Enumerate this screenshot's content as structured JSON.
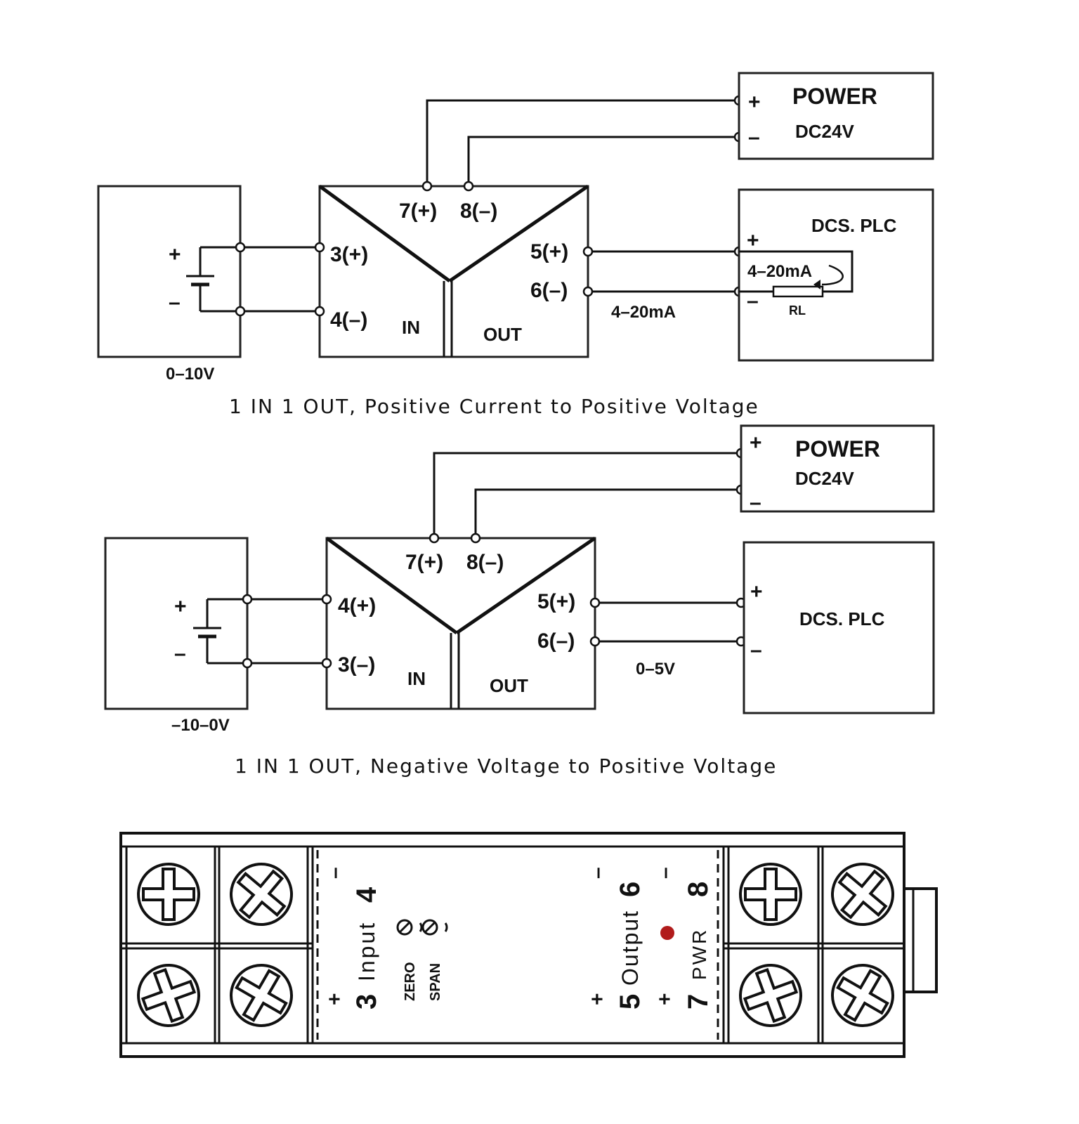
{
  "diagram1": {
    "caption": "1 IN 1 OUT, Positive Current to Positive Voltage",
    "source_range": "0–10V",
    "module": {
      "pin7": "7(+)",
      "pin8": "8(–)",
      "in_pos": "3(+)",
      "in_neg": "4(–)",
      "out_pos": "5(+)",
      "out_neg": "6(–)",
      "in_label": "IN",
      "out_label": "OUT"
    },
    "power": {
      "title": "POWER",
      "voltage": "DC24V",
      "plus": "+",
      "minus": "–"
    },
    "plc": {
      "title": "DCS. PLC",
      "plus": "+",
      "minus": "–",
      "loop_label": "4–20mA",
      "load_label": "RL"
    },
    "signal_label": "4–20mA",
    "battery_plus": "+",
    "battery_minus": "–"
  },
  "diagram2": {
    "caption": "1 IN 1 OUT, Negative Voltage to Positive Voltage",
    "source_range": "–10–0V",
    "module": {
      "pin7": "7(+)",
      "pin8": "8(–)",
      "in_pos": "4(+)",
      "in_neg": "3(–)",
      "out_pos": "5(+)",
      "out_neg": "6(–)",
      "in_label": "IN",
      "out_label": "OUT"
    },
    "power": {
      "title": "POWER",
      "voltage": "DC24V",
      "plus": "+",
      "minus": "–"
    },
    "plc": {
      "title": "DCS. PLC",
      "plus": "+",
      "minus": "–"
    },
    "signal_label": "0–5V",
    "battery_plus": "+",
    "battery_minus": "–"
  },
  "device": {
    "input_label": "Input",
    "output_label": "Output",
    "pwr_label": "PWR",
    "zero_label": "ZERO",
    "span_label": "SPAN",
    "terminals": {
      "t3": "3",
      "t4": "4",
      "t5": "5",
      "t6": "6",
      "t7": "7",
      "t8": "8"
    },
    "plus": "+",
    "minus": "–",
    "led_color": "#b11c1c"
  }
}
